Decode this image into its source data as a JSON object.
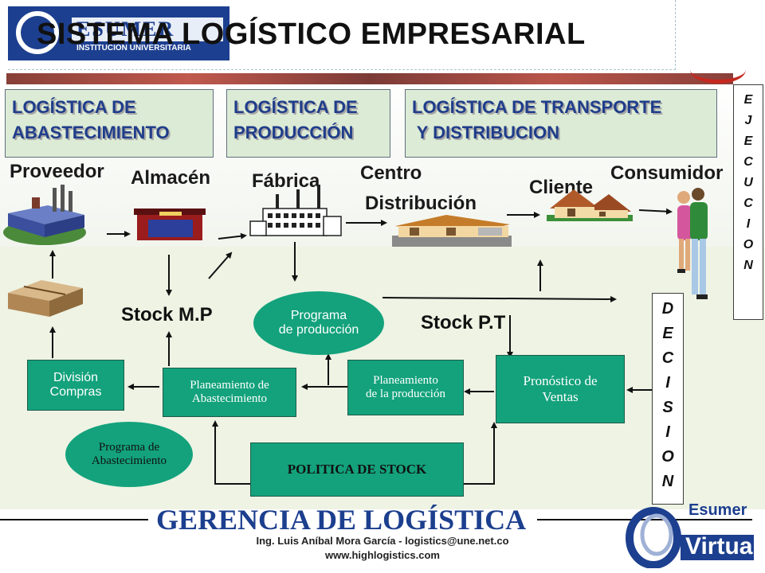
{
  "header": {
    "title": "SISTEMA LOGÍSTICO EMPRESARIAL",
    "logo_text": "ESUMER",
    "logo_subtext": "INSTITUCIÓN UNIVERSITARIA"
  },
  "categories": [
    {
      "label": "LOGÍSTICA DE\nABASTECIMIENTO"
    },
    {
      "label": "LOGÍSTICA DE\nPRODUCCIÓN"
    },
    {
      "label": "LOGÍSTICA DE TRANSPORTE\n Y DISTRIBUCION"
    }
  ],
  "ejecucion_letters": [
    "E",
    "J",
    "E",
    "C",
    "U",
    "C",
    "I",
    "O",
    "N"
  ],
  "decision_letters": [
    "D",
    "E",
    "C",
    "I",
    "S",
    "I",
    "O",
    "N"
  ],
  "nodes": {
    "proveedor": "Proveedor",
    "almacen": "Almacén",
    "fabrica": "Fábrica",
    "centro": "Centro",
    "distribucion": "Distribución",
    "cliente": "Cliente",
    "consumidor": "Consumidor"
  },
  "stock": {
    "mp": "Stock M.P",
    "pt": "Stock P.T"
  },
  "boxes": {
    "division_compras": "División\nCompras",
    "planeamiento_abastecimiento": "Planeamiento de\nAbastecimiento",
    "planeamiento_produccion": "Planeamiento\nde la producción",
    "pronostico_ventas": "Pronóstico de\nVentas",
    "politica_stock": "POLITICA DE STOCK"
  },
  "ellipses": {
    "programa_produccion": "Programa\nde producción",
    "programa_abastecimiento": "Programa de\nAbastecimiento"
  },
  "footer": {
    "gerencia": "GERENCIA DE LOGÍSTICA",
    "author_line": "Ing.  Luis Aníbal Mora García - logistics@une.net.co",
    "website": "www.highlogistics.com",
    "ev_esumer": "Esumer",
    "ev_virtual": "Virtual"
  },
  "colors": {
    "accent_blue": "#1f3d8a",
    "box_green": "#13a27c",
    "category_bg": "#dcebd5"
  }
}
